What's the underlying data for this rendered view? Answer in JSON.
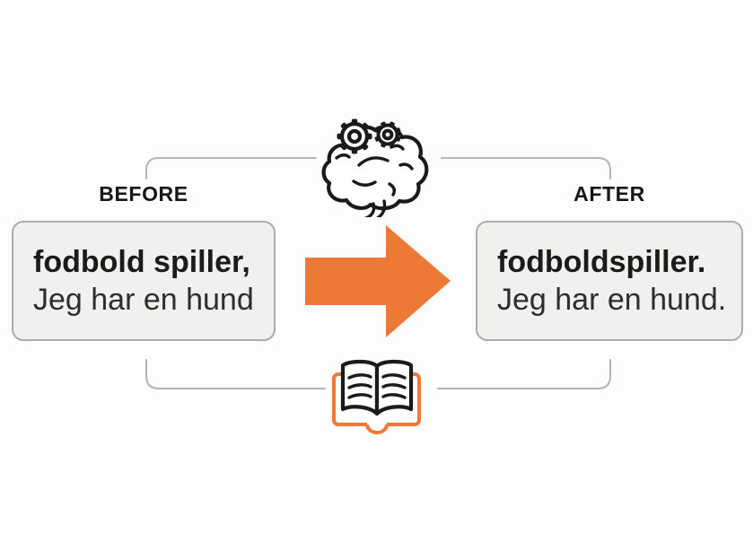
{
  "labels": {
    "before": "BEFORE",
    "after": "AFTER"
  },
  "before_box": {
    "line1": "fodbold spiller,",
    "line2": "Jeg har en hund"
  },
  "after_box": {
    "line1": "fodboldspiller.",
    "line2": "Jeg har en hund."
  },
  "icons": {
    "top": "brain-with-gears-icon",
    "bottom": "open-book-icon",
    "center": "right-arrow"
  },
  "colors": {
    "accent_orange": "#EC7A36",
    "box_fill": "#F0F0EF",
    "box_border": "#ACACAC",
    "connector": "#B4B4B4",
    "icon_stroke": "#1A1A1A"
  }
}
